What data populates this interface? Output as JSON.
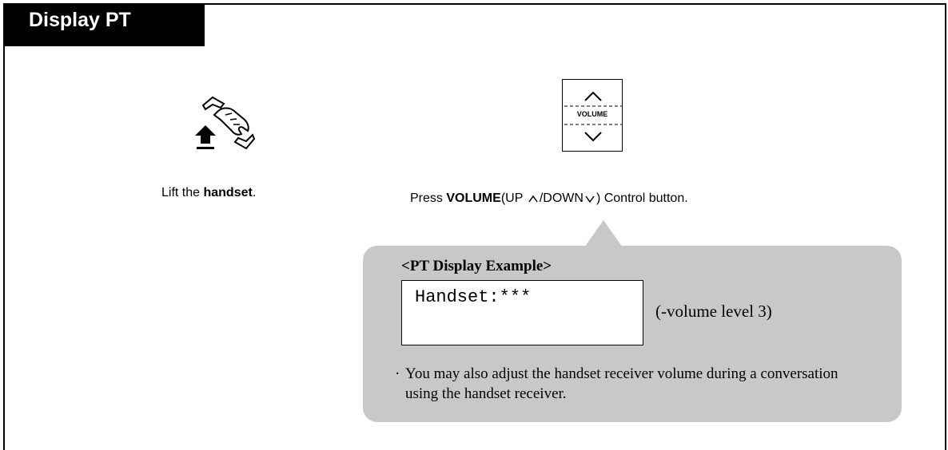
{
  "header": {
    "title": "Display PT"
  },
  "steps": [
    {
      "icon": "handset-lift-icon",
      "text_prefix": "Lift the ",
      "text_bold": "handset",
      "text_suffix": "."
    },
    {
      "icon": "volume-button-icon",
      "button_label": "VOLUME",
      "text_prefix": "Press ",
      "text_bold": "VOLUME",
      "text_mid1": " (UP ",
      "text_mid2": "/DOWN",
      "text_suffix": ") Control button."
    }
  ],
  "callout": {
    "title": "<PT Display Example>",
    "display_text": "Handset:***",
    "level_note": "(-volume level 3)",
    "bullet": "·",
    "note": "You may also adjust the handset receiver volume during a conversation using the handset receiver."
  },
  "colors": {
    "callout_bg": "#c8c8c8",
    "tab_bg": "#000000"
  }
}
